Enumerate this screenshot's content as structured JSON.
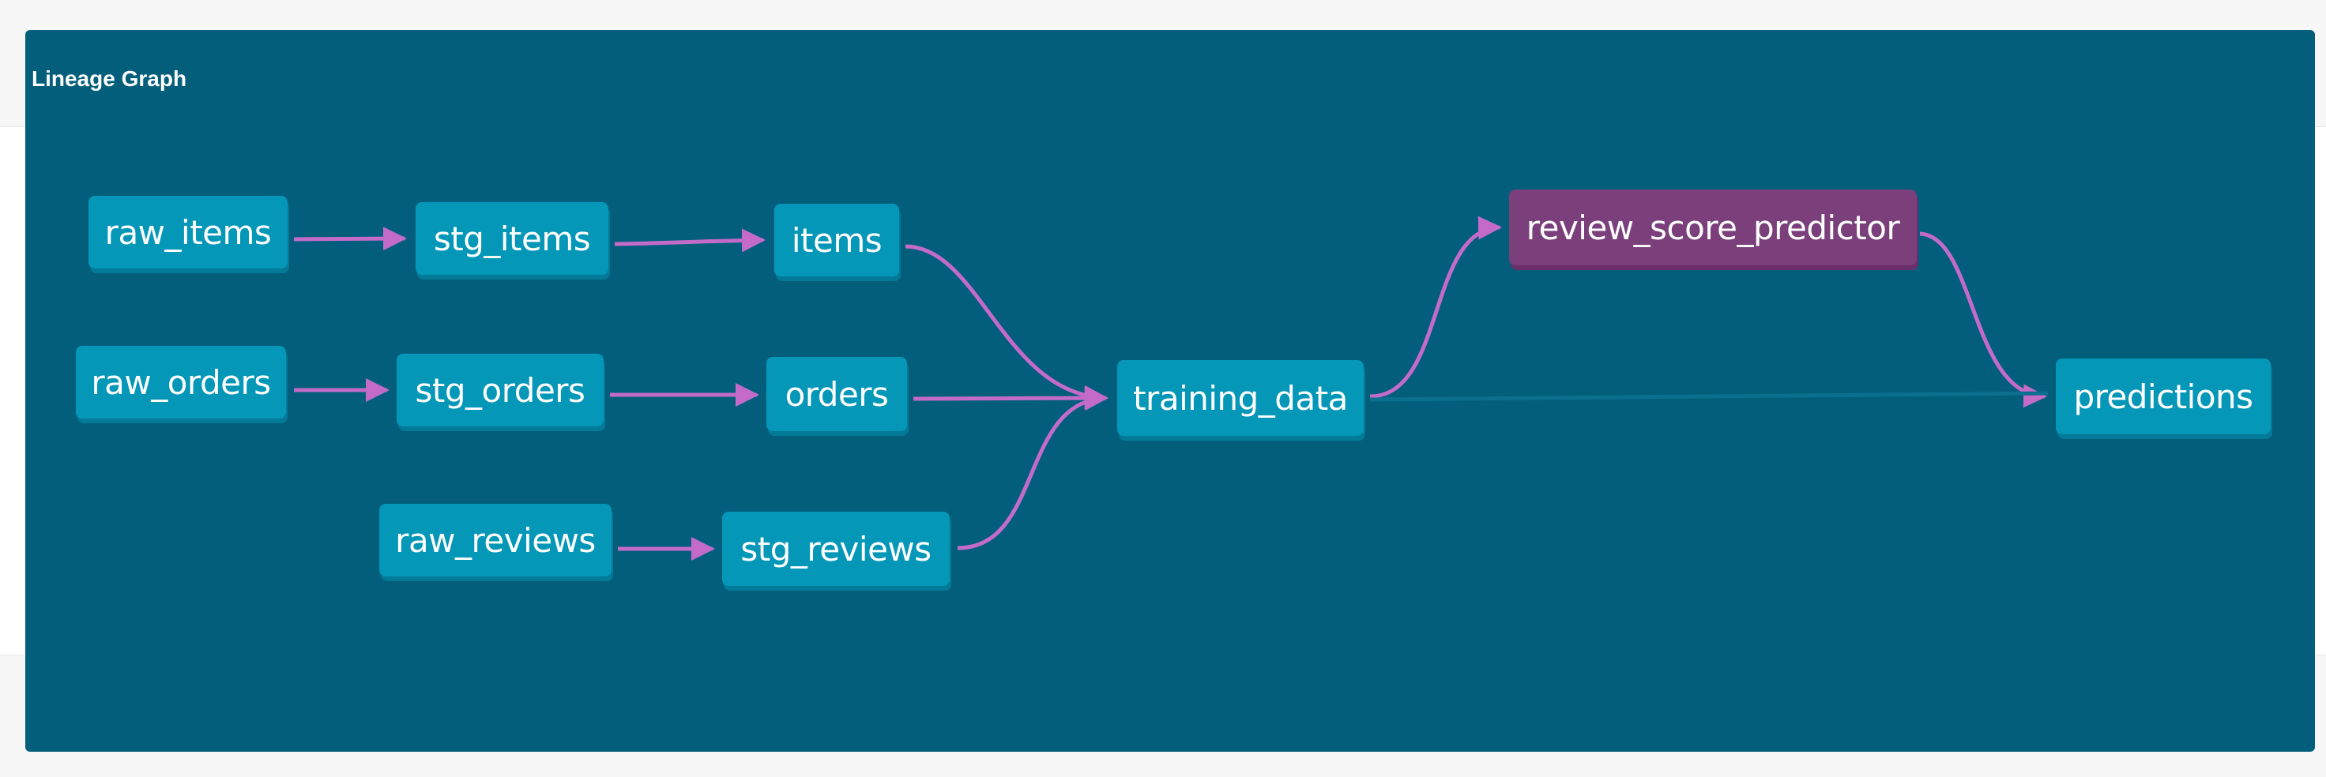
{
  "panel": {
    "title": "Lineage Graph"
  },
  "colors": {
    "panel_bg": "#025e7b",
    "node_bg": "#0597b8",
    "model_node_bg": "#7b3f7b",
    "edge": "#c46bc8",
    "faint_edge": "#0b6f8e"
  },
  "nodes": {
    "raw_items": "raw_items",
    "stg_items": "stg_items",
    "items": "items",
    "raw_orders": "raw_orders",
    "stg_orders": "stg_orders",
    "orders": "orders",
    "raw_reviews": "raw_reviews",
    "stg_reviews": "stg_reviews",
    "training_data": "training_data",
    "review_score_predictor": "review_score_predictor",
    "predictions": "predictions"
  },
  "edges": [
    [
      "raw_items",
      "stg_items"
    ],
    [
      "stg_items",
      "items"
    ],
    [
      "raw_orders",
      "stg_orders"
    ],
    [
      "stg_orders",
      "orders"
    ],
    [
      "raw_reviews",
      "stg_reviews"
    ],
    [
      "items",
      "training_data"
    ],
    [
      "orders",
      "training_data"
    ],
    [
      "stg_reviews",
      "training_data"
    ],
    [
      "training_data",
      "review_score_predictor"
    ],
    [
      "review_score_predictor",
      "predictions"
    ],
    [
      "training_data",
      "predictions"
    ]
  ]
}
